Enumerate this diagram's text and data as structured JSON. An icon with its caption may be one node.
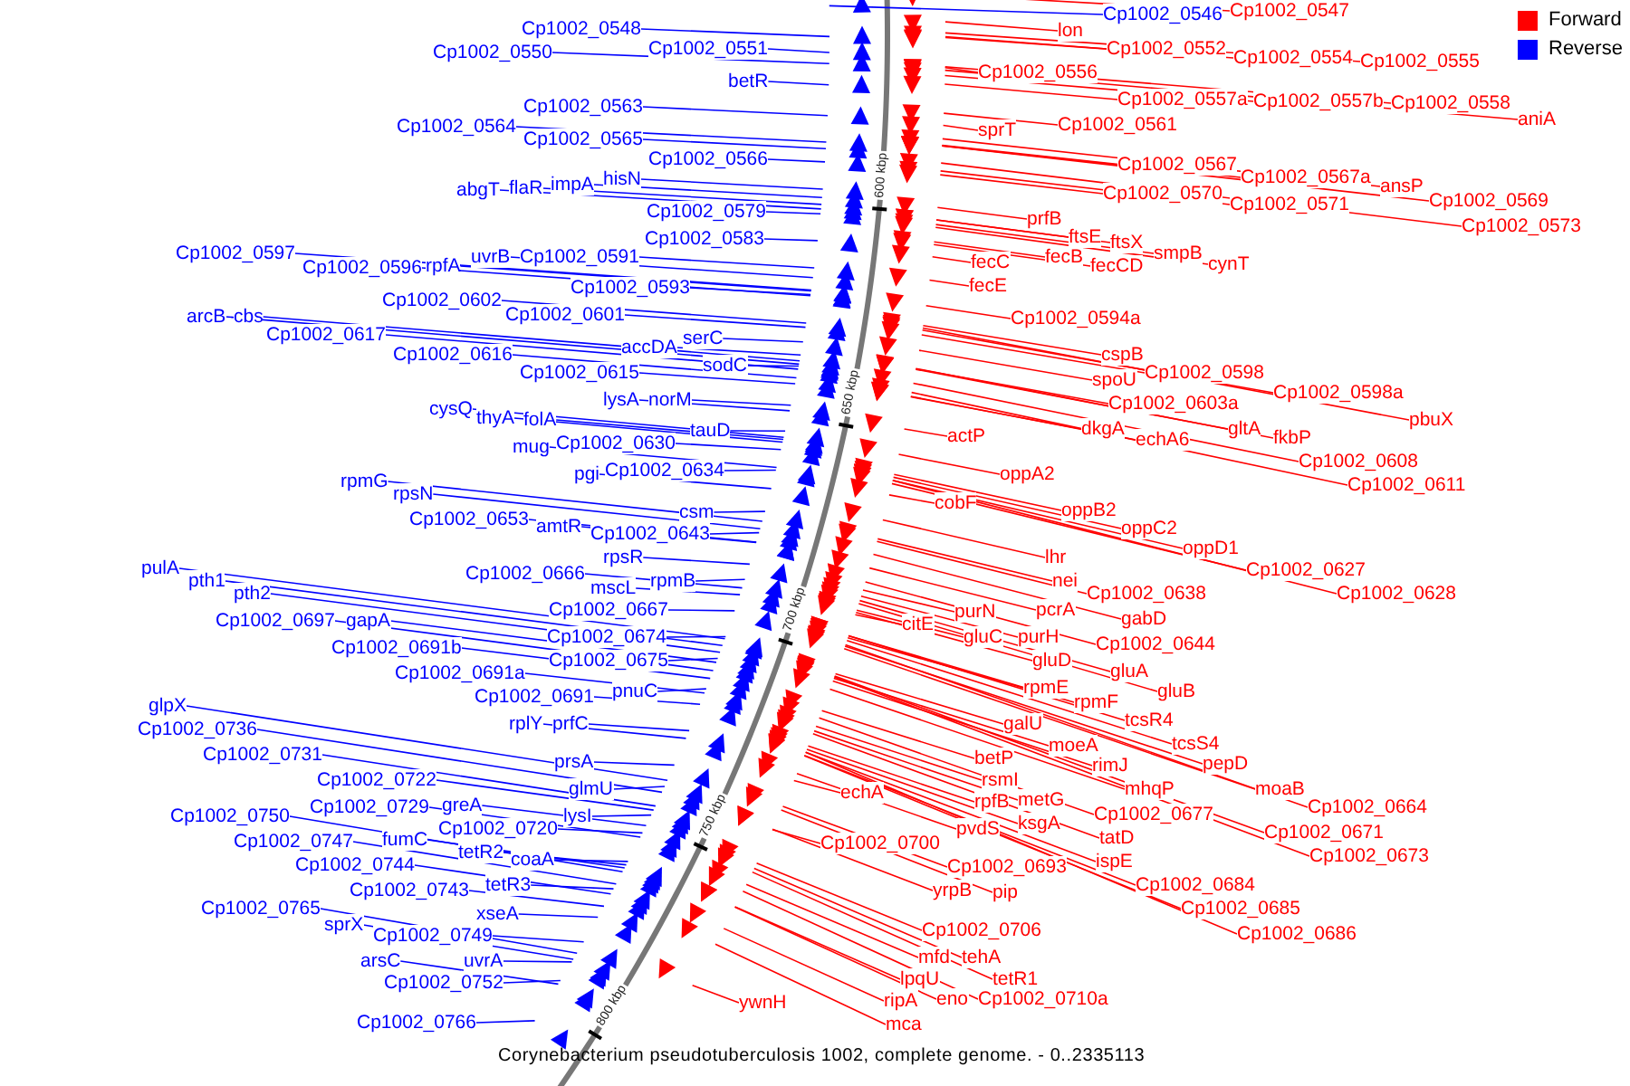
{
  "diagram": {
    "caption": "Corynebacterium pseudotuberculosis 1002, complete genome. - 0..2335113",
    "nodes": [
      {
        "text": [
          "Cp1002_0548"
        ]
      },
      {
        "text": [
          "Cp1002_0550"
        ]
      },
      {
        "text": [
          "Cp1002_0551"
        ]
      },
      {
        "text": [
          "betR"
        ]
      },
      {
        "text": [
          "Cp1002_0563"
        ]
      },
      {
        "text": [
          "Cp1002_0564"
        ]
      },
      {
        "text": [
          "Cp1002_0565"
        ]
      },
      {
        "text": [
          "Cp1002_0566"
        ]
      },
      {
        "text": [
          "abgT"
        ]
      },
      {
        "text": [
          "flaR"
        ]
      },
      {
        "text": [
          "impA"
        ]
      },
      {
        "text": [
          "hisN"
        ]
      },
      {
        "text": [
          "Cp1002_0579"
        ]
      },
      {
        "text": [
          "Cp1002_0583"
        ]
      },
      {
        "text": [
          "Cp1002_0597"
        ]
      },
      {
        "text": [
          "Cp1002_0596"
        ]
      },
      {
        "text": [
          "rpfA"
        ]
      },
      {
        "text": [
          "uvrB"
        ]
      },
      {
        "text": [
          "Cp1002_0591"
        ]
      },
      {
        "text": [
          "Cp1002_0593"
        ]
      },
      {
        "text": [
          "Cp1002_0602"
        ]
      },
      {
        "text": [
          "Cp1002_0601"
        ]
      },
      {
        "text": [
          "arcB"
        ]
      },
      {
        "text": [
          "cbs"
        ]
      },
      {
        "text": [
          "Cp1002_0617"
        ]
      },
      {
        "text": [
          "Cp1002_0616"
        ]
      },
      {
        "text": [
          "accDA"
        ]
      },
      {
        "text": [
          "serC"
        ]
      },
      {
        "text": [
          "sodC"
        ]
      },
      {
        "text": [
          "Cp1002_0615"
        ]
      },
      {
        "text": [
          "lysA"
        ]
      },
      {
        "text": [
          "norM"
        ]
      },
      {
        "text": [
          "cysQ"
        ]
      },
      {
        "text": [
          "thyA"
        ]
      },
      {
        "text": [
          "folA"
        ]
      },
      {
        "text": [
          "tauD"
        ]
      },
      {
        "text": [
          "mug"
        ]
      },
      {
        "text": [
          "Cp1002_0630"
        ]
      },
      {
        "text": [
          "pgi"
        ]
      },
      {
        "text": [
          "Cp1002_0634"
        ]
      },
      {
        "text": [
          "rpmG"
        ]
      },
      {
        "text": [
          "rpsN"
        ]
      },
      {
        "text": [
          "csm"
        ]
      },
      {
        "text": [
          "Cp1002_0653"
        ]
      },
      {
        "text": [
          "amtR"
        ]
      },
      {
        "text": [
          "Cp1002_0643"
        ]
      },
      {
        "text": [
          "rpsR"
        ]
      },
      {
        "text": [
          "rpmB"
        ]
      },
      {
        "text": [
          "Cp1002_0666"
        ]
      },
      {
        "text": [
          "mscL"
        ]
      },
      {
        "text": [
          "Cp1002_0667"
        ]
      },
      {
        "text": [
          "Cp1002_0674"
        ]
      },
      {
        "text": [
          "Cp1002_0675"
        ]
      },
      {
        "text": [
          "pulA"
        ]
      },
      {
        "text": [
          "pth1"
        ]
      },
      {
        "text": [
          "pth2"
        ]
      },
      {
        "text": [
          "Cp1002_0697"
        ]
      },
      {
        "text": [
          "gapA"
        ]
      },
      {
        "text": [
          "Cp1002_0691b"
        ]
      },
      {
        "text": [
          "Cp1002_0691a"
        ]
      },
      {
        "text": [
          "Cp1002_0691"
        ]
      },
      {
        "text": [
          "pnuC"
        ]
      },
      {
        "text": [
          "rplY"
        ]
      },
      {
        "text": [
          "prfC"
        ]
      },
      {
        "text": [
          "glpX"
        ]
      },
      {
        "text": [
          "Cp1002_0736"
        ]
      },
      {
        "text": [
          "Cp1002_0731"
        ]
      },
      {
        "text": [
          "prsA"
        ]
      },
      {
        "text": [
          "Cp1002_0722"
        ]
      },
      {
        "text": [
          "glmU"
        ]
      },
      {
        "text": [
          "Cp1002_0729"
        ]
      },
      {
        "text": [
          "greA"
        ]
      },
      {
        "text": [
          "lysI"
        ]
      },
      {
        "text": [
          "Cp1002_0750"
        ]
      },
      {
        "text": [
          "Cp1002_0720"
        ]
      },
      {
        "text": [
          "Cp1002_0747"
        ]
      },
      {
        "text": [
          "fumC"
        ]
      },
      {
        "text": [
          "tetR2"
        ]
      },
      {
        "text": [
          "coaA"
        ]
      },
      {
        "text": [
          "Cp1002_0744"
        ]
      },
      {
        "text": [
          "Cp1002_0743"
        ]
      },
      {
        "text": [
          "tetR3"
        ]
      },
      {
        "text": [
          "Cp1002_0765"
        ]
      },
      {
        "text": [
          "xseA"
        ]
      },
      {
        "text": [
          "sprX"
        ]
      },
      {
        "text": [
          "Cp1002_0749"
        ]
      },
      {
        "text": [
          "arsC"
        ]
      },
      {
        "text": [
          "uvrA"
        ]
      },
      {
        "text": [
          "Cp1002_0752"
        ]
      },
      {
        "text": [
          "Cp1002_0766"
        ]
      },
      {
        "text": [
          "Cp1002_0546"
        ]
      },
      {
        "text": [
          "Cp1002_0547"
        ]
      },
      {
        "text": [
          "lon"
        ]
      },
      {
        "text": [
          "Cp1002_0552"
        ]
      },
      {
        "text": [
          "Cp1002_0554"
        ]
      },
      {
        "text": [
          "Cp1002_0555"
        ]
      },
      {
        "text": [
          "Cp1002_0556"
        ]
      },
      {
        "text": [
          "Cp1002_0557a"
        ]
      },
      {
        "text": [
          "Cp1002_0557b"
        ]
      },
      {
        "text": [
          "Cp1002_0558"
        ]
      },
      {
        "text": [
          "aniA"
        ]
      },
      {
        "text": [
          "sprT"
        ]
      },
      {
        "text": [
          "Cp1002_0561"
        ]
      },
      {
        "text": [
          "Cp1002_0567"
        ]
      },
      {
        "text": [
          "Cp1002_0567a"
        ]
      },
      {
        "text": [
          "ansP"
        ]
      },
      {
        "text": [
          "Cp1002_0570"
        ]
      },
      {
        "text": [
          "Cp1002_0569"
        ]
      },
      {
        "text": [
          "Cp1002_0571"
        ]
      },
      {
        "text": [
          "Cp1002_0573"
        ]
      },
      {
        "text": [
          "prfB"
        ]
      },
      {
        "text": [
          "ftsE"
        ]
      },
      {
        "text": [
          "ftsX"
        ]
      },
      {
        "text": [
          "smpB"
        ]
      },
      {
        "text": [
          "fecC"
        ]
      },
      {
        "text": [
          "fecB"
        ]
      },
      {
        "text": [
          "fecCD"
        ]
      },
      {
        "text": [
          "cynT"
        ]
      },
      {
        "text": [
          "fecE"
        ]
      },
      {
        "text": [
          "Cp1002_0594a"
        ]
      },
      {
        "text": [
          "cspB"
        ]
      },
      {
        "text": [
          "spoU"
        ]
      },
      {
        "text": [
          "Cp1002_0598"
        ]
      },
      {
        "text": [
          "Cp1002_0598a"
        ]
      },
      {
        "text": [
          "pbuX"
        ]
      },
      {
        "text": [
          "Cp1002_0603a"
        ]
      },
      {
        "text": [
          "actP"
        ]
      },
      {
        "text": [
          "dkgA"
        ]
      },
      {
        "text": [
          "gltA"
        ]
      },
      {
        "text": [
          "echA6"
        ]
      },
      {
        "text": [
          "fkbP"
        ]
      },
      {
        "text": [
          "Cp1002_0608"
        ]
      },
      {
        "text": [
          "Cp1002_0611"
        ]
      },
      {
        "text": [
          "oppA2"
        ]
      },
      {
        "text": [
          "cobF"
        ]
      },
      {
        "text": [
          "oppB2"
        ]
      },
      {
        "text": [
          "oppC2"
        ]
      },
      {
        "text": [
          "oppD1"
        ]
      },
      {
        "text": [
          "Cp1002_0627"
        ]
      },
      {
        "text": [
          "Cp1002_0628"
        ]
      },
      {
        "text": [
          "lhr"
        ]
      },
      {
        "text": [
          "nei"
        ]
      },
      {
        "text": [
          "Cp1002_0638"
        ]
      },
      {
        "text": [
          "pcrA"
        ]
      },
      {
        "text": [
          "gabD"
        ]
      },
      {
        "text": [
          "purN"
        ]
      },
      {
        "text": [
          "citE"
        ]
      },
      {
        "text": [
          "gluC"
        ]
      },
      {
        "text": [
          "purH"
        ]
      },
      {
        "text": [
          "Cp1002_0644"
        ]
      },
      {
        "text": [
          "gluD"
        ]
      },
      {
        "text": [
          "gluA"
        ]
      },
      {
        "text": [
          "gluB"
        ]
      },
      {
        "text": [
          "rpmE"
        ]
      },
      {
        "text": [
          "rpmF"
        ]
      },
      {
        "text": [
          "tcsR4"
        ]
      },
      {
        "text": [
          "galU"
        ]
      },
      {
        "text": [
          "tcsS4"
        ]
      },
      {
        "text": [
          "moeA"
        ]
      },
      {
        "text": [
          "pepD"
        ]
      },
      {
        "text": [
          "betP"
        ]
      },
      {
        "text": [
          "rimJ"
        ]
      },
      {
        "text": [
          "rsmI"
        ]
      },
      {
        "text": [
          "mhqP"
        ]
      },
      {
        "text": [
          "moaB"
        ]
      },
      {
        "text": [
          "echA"
        ]
      },
      {
        "text": [
          "rpfB"
        ]
      },
      {
        "text": [
          "metG"
        ]
      },
      {
        "text": [
          "Cp1002_0664"
        ]
      },
      {
        "text": [
          "Cp1002_0677"
        ]
      },
      {
        "text": [
          "ksgA"
        ]
      },
      {
        "text": [
          "pvdS"
        ]
      },
      {
        "text": [
          "tatD"
        ]
      },
      {
        "text": [
          "Cp1002_0671"
        ]
      },
      {
        "text": [
          "Cp1002_0673"
        ]
      },
      {
        "text": [
          "Cp1002_0700"
        ]
      },
      {
        "text": [
          "ispE"
        ]
      },
      {
        "text": [
          "Cp1002_0693"
        ]
      },
      {
        "text": [
          "Cp1002_0684"
        ]
      },
      {
        "text": [
          "yrpB"
        ]
      },
      {
        "text": [
          "pip"
        ]
      },
      {
        "text": [
          "Cp1002_0685"
        ]
      },
      {
        "text": [
          "Cp1002_0686"
        ]
      },
      {
        "text": [
          "Cp1002_0706"
        ]
      },
      {
        "text": [
          "mfd"
        ]
      },
      {
        "text": [
          "tehA"
        ]
      },
      {
        "text": [
          "tetR1"
        ]
      },
      {
        "text": [
          "lpqU"
        ]
      },
      {
        "text": [
          "ripA"
        ]
      },
      {
        "text": [
          "eno"
        ]
      },
      {
        "text": [
          "Cp1002_0710a"
        ]
      },
      {
        "text": [
          "ywnH"
        ]
      },
      {
        "text": [
          "mca"
        ]
      }
    ],
    "edges": [
      {
        "from": 0,
        "to": null,
        "arrow": "none",
        "color": "#0000ff"
      },
      {
        "from": 1,
        "to": null,
        "arrow": "none",
        "color": "#0000ff"
      },
      {
        "from": 2,
        "to": null,
        "arrow": "none",
        "color": "#0000ff"
      },
      {
        "from": 3,
        "to": null,
        "arrow": "none",
        "color": "#0000ff"
      },
      {
        "from": 4,
        "to": null,
        "arrow": "none",
        "color": "#0000ff"
      },
      {
        "from": 5,
        "to": null,
        "arrow": "none",
        "color": "#0000ff"
      },
      {
        "from": 6,
        "to": null,
        "arrow": "none",
        "color": "#0000ff"
      },
      {
        "from": 7,
        "to": null,
        "arrow": "none",
        "color": "#0000ff"
      },
      {
        "from": 8,
        "to": null,
        "arrow": "none",
        "color": "#0000ff"
      },
      {
        "from": 9,
        "to": null,
        "arrow": "none",
        "color": "#0000ff"
      },
      {
        "from": 10,
        "to": null,
        "arrow": "none",
        "color": "#0000ff"
      },
      {
        "from": 11,
        "to": null,
        "arrow": "none",
        "color": "#0000ff"
      },
      {
        "from": 12,
        "to": null,
        "arrow": "none",
        "color": "#0000ff"
      },
      {
        "from": 13,
        "to": null,
        "arrow": "none",
        "color": "#0000ff"
      },
      {
        "from": 14,
        "to": null,
        "arrow": "none",
        "color": "#0000ff"
      },
      {
        "from": 15,
        "to": null,
        "arrow": "none",
        "color": "#0000ff"
      },
      {
        "from": 16,
        "to": null,
        "arrow": "none",
        "color": "#0000ff"
      },
      {
        "from": 17,
        "to": null,
        "arrow": "none",
        "color": "#0000ff"
      },
      {
        "from": 18,
        "to": null,
        "arrow": "none",
        "color": "#0000ff"
      },
      {
        "from": 19,
        "to": null,
        "arrow": "none",
        "color": "#0000ff"
      },
      {
        "from": 20,
        "to": null,
        "arrow": "none",
        "color": "#0000ff"
      },
      {
        "from": 21,
        "to": null,
        "arrow": "none",
        "color": "#0000ff"
      },
      {
        "from": 22,
        "to": null,
        "arrow": "none",
        "color": "#0000ff"
      },
      {
        "from": 23,
        "to": null,
        "arrow": "none",
        "color": "#0000ff"
      },
      {
        "from": 24,
        "to": null,
        "arrow": "none",
        "color": "#0000ff"
      },
      {
        "from": 25,
        "to": null,
        "arrow": "none",
        "color": "#0000ff"
      },
      {
        "from": 26,
        "to": null,
        "arrow": "none",
        "color": "#0000ff"
      },
      {
        "from": 27,
        "to": null,
        "arrow": "none",
        "color": "#0000ff"
      },
      {
        "from": 28,
        "to": null,
        "arrow": "none",
        "color": "#0000ff"
      },
      {
        "from": 29,
        "to": null,
        "arrow": "none",
        "color": "#0000ff"
      },
      {
        "from": 30,
        "to": null,
        "arrow": "none",
        "color": "#0000ff"
      },
      {
        "from": 31,
        "to": null,
        "arrow": "none",
        "color": "#0000ff"
      },
      {
        "from": 32,
        "to": null,
        "arrow": "none",
        "color": "#0000ff"
      },
      {
        "from": 33,
        "to": null,
        "arrow": "none",
        "color": "#0000ff"
      },
      {
        "from": 34,
        "to": null,
        "arrow": "none",
        "color": "#0000ff"
      },
      {
        "from": 35,
        "to": null,
        "arrow": "none",
        "color": "#0000ff"
      },
      {
        "from": 36,
        "to": null,
        "arrow": "none",
        "color": "#0000ff"
      },
      {
        "from": 37,
        "to": null,
        "arrow": "none",
        "color": "#0000ff"
      },
      {
        "from": 38,
        "to": null,
        "arrow": "none",
        "color": "#0000ff"
      },
      {
        "from": 39,
        "to": null,
        "arrow": "none",
        "color": "#0000ff"
      },
      {
        "from": 40,
        "to": null,
        "arrow": "none",
        "color": "#0000ff"
      },
      {
        "from": 41,
        "to": null,
        "arrow": "none",
        "color": "#0000ff"
      },
      {
        "from": 42,
        "to": null,
        "arrow": "none",
        "color": "#0000ff"
      },
      {
        "from": 43,
        "to": null,
        "arrow": "none",
        "color": "#0000ff"
      },
      {
        "from": 44,
        "to": null,
        "arrow": "none",
        "color": "#0000ff"
      },
      {
        "from": 45,
        "to": null,
        "arrow": "none",
        "color": "#0000ff"
      },
      {
        "from": 46,
        "to": null,
        "arrow": "none",
        "color": "#0000ff"
      },
      {
        "from": 47,
        "to": null,
        "arrow": "none",
        "color": "#0000ff"
      },
      {
        "from": 48,
        "to": null,
        "arrow": "none",
        "color": "#0000ff"
      },
      {
        "from": 49,
        "to": null,
        "arrow": "none",
        "color": "#0000ff"
      },
      {
        "from": 50,
        "to": null,
        "arrow": "none",
        "color": "#0000ff"
      },
      {
        "from": 51,
        "to": null,
        "arrow": "none",
        "color": "#0000ff"
      },
      {
        "from": 52,
        "to": null,
        "arrow": "none",
        "color": "#0000ff"
      },
      {
        "from": 53,
        "to": null,
        "arrow": "none",
        "color": "#0000ff"
      },
      {
        "from": 54,
        "to": null,
        "arrow": "none",
        "color": "#0000ff"
      },
      {
        "from": 55,
        "to": null,
        "arrow": "none",
        "color": "#0000ff"
      },
      {
        "from": 56,
        "to": null,
        "arrow": "none",
        "color": "#0000ff"
      },
      {
        "from": 57,
        "to": null,
        "arrow": "none",
        "color": "#0000ff"
      },
      {
        "from": 58,
        "to": null,
        "arrow": "none",
        "color": "#0000ff"
      },
      {
        "from": 59,
        "to": null,
        "arrow": "none",
        "color": "#0000ff"
      },
      {
        "from": 60,
        "to": null,
        "arrow": "none",
        "color": "#0000ff"
      },
      {
        "from": 61,
        "to": null,
        "arrow": "none",
        "color": "#0000ff"
      },
      {
        "from": 62,
        "to": null,
        "arrow": "none",
        "color": "#0000ff"
      },
      {
        "from": 63,
        "to": null,
        "arrow": "none",
        "color": "#0000ff"
      },
      {
        "from": 64,
        "to": null,
        "arrow": "none",
        "color": "#0000ff"
      },
      {
        "from": 65,
        "to": null,
        "arrow": "none",
        "color": "#0000ff"
      },
      {
        "from": 66,
        "to": null,
        "arrow": "none",
        "color": "#0000ff"
      },
      {
        "from": 67,
        "to": null,
        "arrow": "none",
        "color": "#0000ff"
      },
      {
        "from": 68,
        "to": null,
        "arrow": "none",
        "color": "#0000ff"
      },
      {
        "from": 69,
        "to": null,
        "arrow": "none",
        "color": "#0000ff"
      },
      {
        "from": 70,
        "to": null,
        "arrow": "none",
        "color": "#0000ff"
      },
      {
        "from": 71,
        "to": null,
        "arrow": "none",
        "color": "#0000ff"
      },
      {
        "from": 72,
        "to": null,
        "arrow": "none",
        "color": "#0000ff"
      },
      {
        "from": 73,
        "to": null,
        "arrow": "none",
        "color": "#0000ff"
      },
      {
        "from": 74,
        "to": null,
        "arrow": "none",
        "color": "#0000ff"
      },
      {
        "from": 75,
        "to": null,
        "arrow": "none",
        "color": "#0000ff"
      },
      {
        "from": 76,
        "to": null,
        "arrow": "none",
        "color": "#0000ff"
      },
      {
        "from": 77,
        "to": null,
        "arrow": "none",
        "color": "#0000ff"
      },
      {
        "from": 78,
        "to": null,
        "arrow": "none",
        "color": "#0000ff"
      },
      {
        "from": 79,
        "to": null,
        "arrow": "none",
        "color": "#0000ff"
      },
      {
        "from": 80,
        "to": null,
        "arrow": "none",
        "color": "#0000ff"
      },
      {
        "from": 81,
        "to": null,
        "arrow": "none",
        "color": "#0000ff"
      },
      {
        "from": 82,
        "to": null,
        "arrow": "none",
        "color": "#0000ff"
      },
      {
        "from": 83,
        "to": null,
        "arrow": "none",
        "color": "#0000ff"
      },
      {
        "from": 84,
        "to": null,
        "arrow": "none",
        "color": "#0000ff"
      },
      {
        "from": 85,
        "to": null,
        "arrow": "none",
        "color": "#0000ff"
      },
      {
        "from": 86,
        "to": null,
        "arrow": "none",
        "color": "#0000ff"
      },
      {
        "from": 87,
        "to": null,
        "arrow": "none",
        "color": "#0000ff"
      },
      {
        "from": 88,
        "to": null,
        "arrow": "none",
        "color": "#0000ff"
      },
      {
        "from": 89,
        "to": null,
        "arrow": "none",
        "color": "#0000ff"
      },
      {
        "from": 90,
        "to": null,
        "arrow": "none",
        "color": "#0000ff"
      },
      {
        "from": 91,
        "to": null,
        "arrow": "none"
      },
      {
        "from": 92,
        "to": null,
        "arrow": "none"
      },
      {
        "from": 93,
        "to": null,
        "arrow": "none"
      },
      {
        "from": 94,
        "to": null,
        "arrow": "none"
      },
      {
        "from": 95,
        "to": null,
        "arrow": "none"
      },
      {
        "from": 96,
        "to": null,
        "arrow": "none"
      },
      {
        "from": 97,
        "to": null,
        "arrow": "none"
      },
      {
        "from": 98,
        "to": null,
        "arrow": "none"
      },
      {
        "from": 99,
        "to": null,
        "arrow": "none"
      },
      {
        "from": 100,
        "to": null,
        "arrow": "none"
      },
      {
        "from": 101,
        "to": null,
        "arrow": "none"
      },
      {
        "from": 102,
        "to": null,
        "arrow": "none"
      },
      {
        "from": 103,
        "to": null,
        "arrow": "none"
      },
      {
        "from": 104,
        "to": null,
        "arrow": "none"
      },
      {
        "from": 105,
        "to": null,
        "arrow": "none"
      },
      {
        "from": 106,
        "to": null,
        "arrow": "none"
      },
      {
        "from": 107,
        "to": null,
        "arrow": "none"
      },
      {
        "from": 108,
        "to": null,
        "arrow": "none"
      },
      {
        "from": 109,
        "to": null,
        "arrow": "none"
      },
      {
        "from": 110,
        "to": null,
        "arrow": "none"
      },
      {
        "from": 111,
        "to": null,
        "arrow": "none"
      },
      {
        "from": 112,
        "to": null,
        "arrow": "none"
      },
      {
        "from": 113,
        "to": null,
        "arrow": "none"
      },
      {
        "from": 114,
        "to": null,
        "arrow": "none"
      },
      {
        "from": 115,
        "to": null,
        "arrow": "none"
      },
      {
        "from": 116,
        "to": null,
        "arrow": "none"
      },
      {
        "from": 117,
        "to": null,
        "arrow": "none"
      },
      {
        "from": 118,
        "to": null,
        "arrow": "none"
      },
      {
        "from": 119,
        "to": null,
        "arrow": "none"
      },
      {
        "from": 120,
        "to": null,
        "arrow": "none"
      },
      {
        "from": 121,
        "to": null,
        "arrow": "none"
      },
      {
        "from": 122,
        "to": null,
        "arrow": "none"
      },
      {
        "from": 123,
        "to": null,
        "arrow": "none"
      },
      {
        "from": 124,
        "to": null,
        "arrow": "none"
      },
      {
        "from": 125,
        "to": null,
        "arrow": "none"
      },
      {
        "from": 126,
        "to": null,
        "arrow": "none"
      },
      {
        "from": 127,
        "to": null,
        "arrow": "none"
      },
      {
        "from": 128,
        "to": null,
        "arrow": "none"
      },
      {
        "from": 129,
        "to": null,
        "arrow": "none"
      },
      {
        "from": 130,
        "to": null,
        "arrow": "none"
      },
      {
        "from": 131,
        "to": null,
        "arrow": "none"
      },
      {
        "from": 132,
        "to": null,
        "arrow": "none"
      },
      {
        "from": 133,
        "to": null,
        "arrow": "none"
      },
      {
        "from": 134,
        "to": null,
        "arrow": "none"
      },
      {
        "from": 135,
        "to": null,
        "arrow": "none"
      },
      {
        "from": 136,
        "to": null,
        "arrow": "none"
      },
      {
        "from": 137,
        "to": null,
        "arrow": "none"
      },
      {
        "from": 138,
        "to": null,
        "arrow": "none"
      },
      {
        "from": 139,
        "to": null,
        "arrow": "none"
      },
      {
        "from": 140,
        "to": null,
        "arrow": "none"
      },
      {
        "from": 141,
        "to": null,
        "arrow": "none"
      },
      {
        "from": 142,
        "to": null,
        "arrow": "none"
      },
      {
        "from": 143,
        "to": null,
        "arrow": "none"
      },
      {
        "from": 144,
        "to": null,
        "arrow": "none"
      },
      {
        "from": 145,
        "to": null,
        "arrow": "none"
      },
      {
        "from": 146,
        "to": null,
        "arrow": "none"
      },
      {
        "from": 147,
        "to": null,
        "arrow": "none"
      },
      {
        "from": 148,
        "to": null,
        "arrow": "none"
      },
      {
        "from": 149,
        "to": null,
        "arrow": "none"
      },
      {
        "from": 150,
        "to": null,
        "arrow": "none"
      },
      {
        "from": 151,
        "to": null,
        "arrow": "none"
      },
      {
        "from": 152,
        "to": null,
        "arrow": "none"
      },
      {
        "from": 153,
        "to": null,
        "arrow": "none"
      },
      {
        "from": 154,
        "to": null,
        "arrow": "none"
      },
      {
        "from": 155,
        "to": null,
        "arrow": "none"
      },
      {
        "from": 156,
        "to": null,
        "arrow": "none"
      },
      {
        "from": 157,
        "to": null,
        "arrow": "none"
      },
      {
        "from": 158,
        "to": null,
        "arrow": "none"
      },
      {
        "from": 159,
        "to": null,
        "arrow": "none"
      },
      {
        "from": 160,
        "to": null,
        "arrow": "none"
      },
      {
        "from": 161,
        "to": null,
        "arrow": "none"
      },
      {
        "from": 162,
        "to": null,
        "arrow": "none"
      },
      {
        "from": 163,
        "to": null,
        "arrow": "none"
      },
      {
        "from": 164,
        "to": null,
        "arrow": "none"
      },
      {
        "from": 165,
        "to": null,
        "arrow": "none"
      },
      {
        "from": 166,
        "to": null,
        "arrow": "none"
      },
      {
        "from": 167,
        "to": null,
        "arrow": "none"
      },
      {
        "from": 168,
        "to": null,
        "arrow": "none"
      },
      {
        "from": 169,
        "to": null,
        "arrow": "none"
      },
      {
        "from": 170,
        "to": null,
        "arrow": "none"
      },
      {
        "from": 171,
        "to": null,
        "arrow": "none"
      },
      {
        "from": 172,
        "to": null,
        "arrow": "none"
      },
      {
        "from": 173,
        "to": null,
        "arrow": "none"
      },
      {
        "from": 174,
        "to": null,
        "arrow": "none"
      },
      {
        "from": 175,
        "to": null,
        "arrow": "none"
      },
      {
        "from": 176,
        "to": null,
        "arrow": "none"
      },
      {
        "from": 177,
        "to": null,
        "arrow": "none"
      },
      {
        "from": 178,
        "to": null,
        "arrow": "none"
      },
      {
        "from": 179,
        "to": null,
        "arrow": "none"
      },
      {
        "from": 180,
        "to": null,
        "arrow": "none"
      },
      {
        "from": 181,
        "to": null,
        "arrow": "none"
      },
      {
        "from": 182,
        "to": null,
        "arrow": "none"
      },
      {
        "from": 183,
        "to": null,
        "arrow": "none"
      },
      {
        "from": 184,
        "to": null,
        "arrow": "none"
      },
      {
        "from": 185,
        "to": null,
        "arrow": "none"
      },
      {
        "from": 186,
        "to": null,
        "arrow": "none"
      },
      {
        "from": 187,
        "to": null,
        "arrow": "none"
      },
      {
        "from": 188,
        "to": null,
        "arrow": "none"
      },
      {
        "from": 189,
        "to": null,
        "arrow": "none"
      },
      {
        "from": 190,
        "to": null,
        "arrow": "none"
      },
      {
        "from": 191,
        "to": null,
        "arrow": "none"
      },
      {
        "from": 192,
        "to": null,
        "arrow": "none"
      }
    ],
    "labels": [
      "600 kbp",
      "650 kbp",
      "700 kbp",
      "750 kbp",
      "800 kbp"
    ],
    "legend": [
      {
        "text": "Forward",
        "color": "#ff0000"
      },
      {
        "text": "Reverse",
        "color": "#0000ff"
      }
    ]
  }
}
